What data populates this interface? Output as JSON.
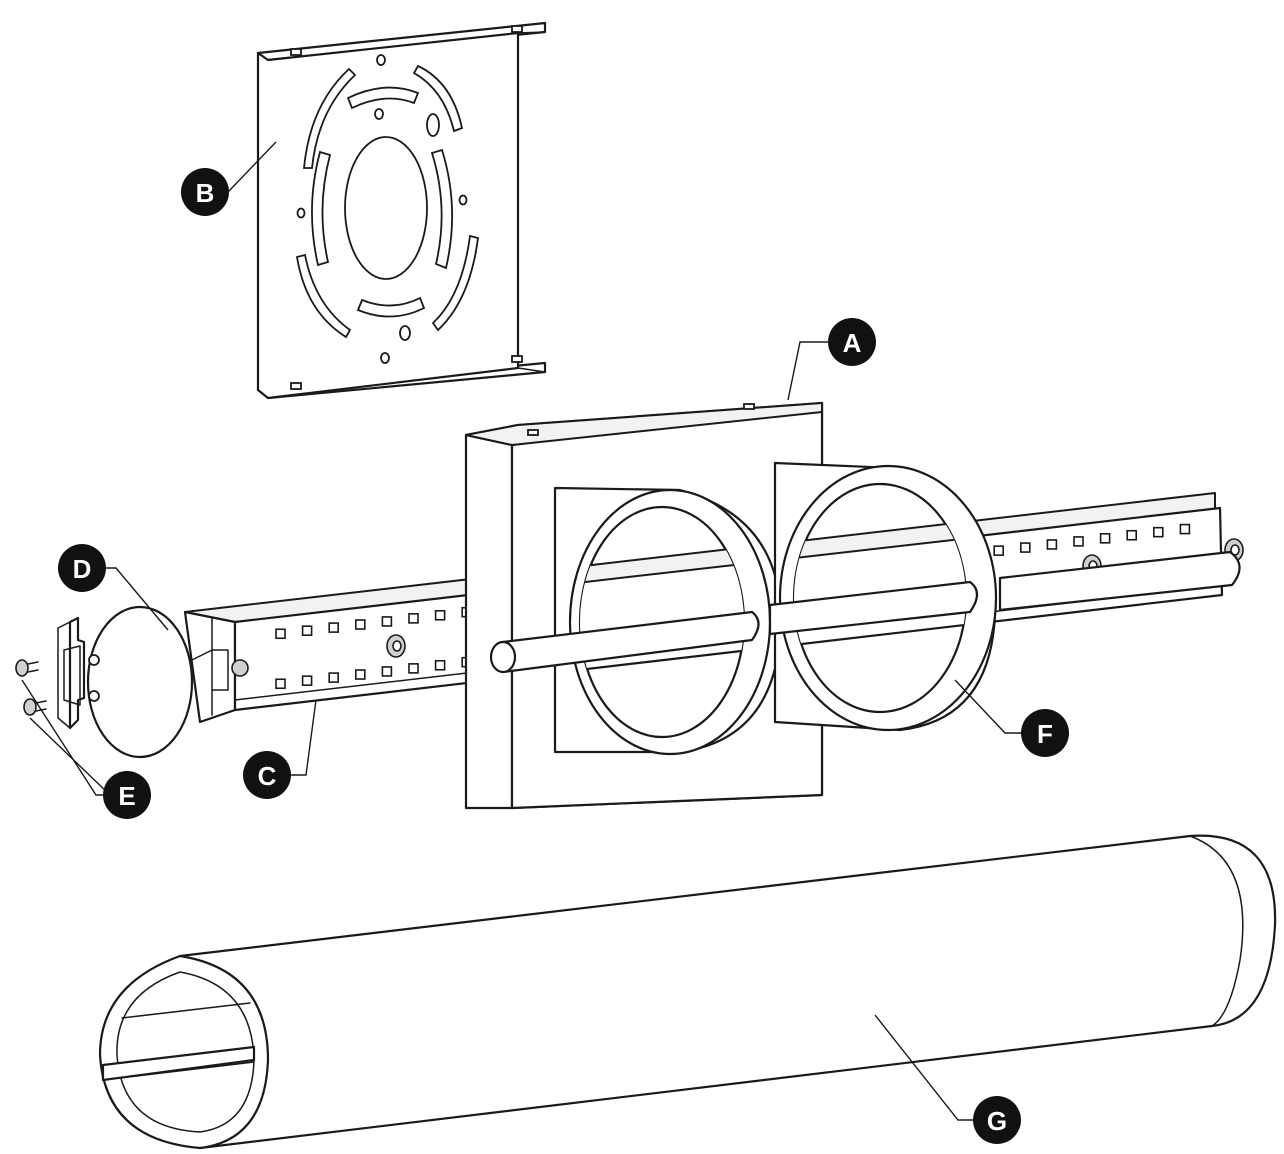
{
  "callouts": {
    "a": "A",
    "b": "B",
    "c": "C",
    "d": "D",
    "e": "E",
    "f": "F",
    "g": "G"
  },
  "colors": {
    "line": "#1a1a1a",
    "callout_fill": "#111111",
    "callout_text": "#ffffff",
    "background": "#ffffff"
  }
}
